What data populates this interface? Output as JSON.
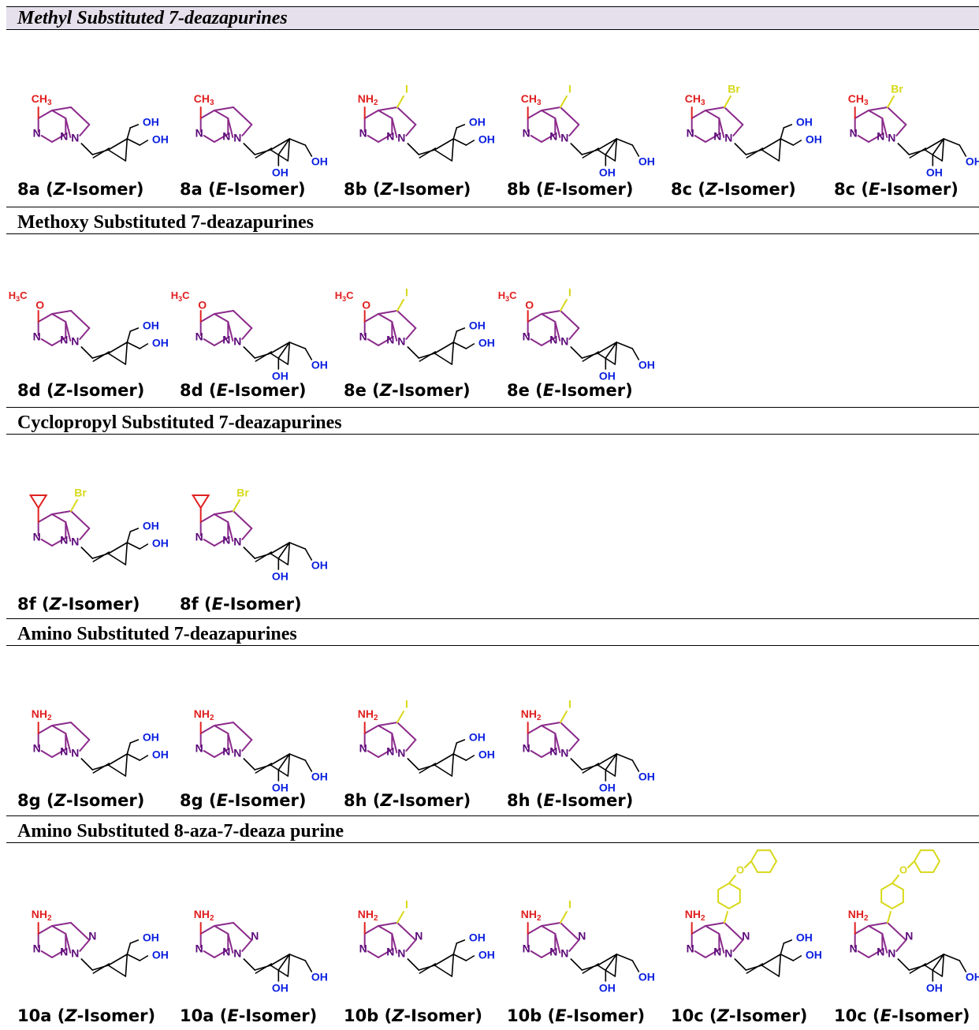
{
  "colors": {
    "core": "#8b2a8b",
    "nitrogen": "#5c0a7a",
    "substituent": "#e0201f",
    "halogen": "#d8d81a",
    "hydroxyl": "#0b20e0",
    "phenoxy": "#d8d81a",
    "bond": "#000000"
  },
  "sections": [
    {
      "title": "Methyl Substituted 7-deazapurines",
      "compounds": [
        {
          "id": "8a",
          "isomer": "Z-Isomer",
          "sub": "CH",
          "sub_sub": "3",
          "halo": "",
          "iso_type": "Z"
        },
        {
          "id": "8a",
          "isomer": "E-Isomer",
          "sub": "CH",
          "sub_sub": "3",
          "halo": "",
          "iso_type": "E"
        },
        {
          "id": "8b",
          "isomer": "Z-Isomer",
          "sub": "NH",
          "sub_sub": "2",
          "halo": "I",
          "iso_type": "Z"
        },
        {
          "id": "8b",
          "isomer": "E-Isomer",
          "sub": "CH",
          "sub_sub": "3",
          "halo": "I",
          "iso_type": "E"
        },
        {
          "id": "8c",
          "isomer": "Z-Isomer",
          "sub": "CH",
          "sub_sub": "3",
          "halo": "Br",
          "iso_type": "Z"
        },
        {
          "id": "8c",
          "isomer": "E-Isomer",
          "sub": "CH",
          "sub_sub": "3",
          "halo": "Br",
          "iso_type": "E"
        }
      ]
    },
    {
      "title": "Methoxy Substituted 7-deazapurines",
      "compounds": [
        {
          "id": "8d",
          "isomer": "Z-Isomer",
          "sub": "H",
          "sub_sub": "3",
          "sub_tail": "C",
          "halo": "",
          "iso_type": "Z"
        },
        {
          "id": "8d",
          "isomer": "E-Isomer",
          "sub": "H",
          "sub_sub": "3",
          "sub_tail": "C",
          "halo": "",
          "iso_type": "E"
        },
        {
          "id": "8e",
          "isomer": "Z-Isomer",
          "sub": "H",
          "sub_sub": "3",
          "sub_tail": "C",
          "halo": "I",
          "iso_type": "Z"
        },
        {
          "id": "8e",
          "isomer": "E-Isomer",
          "sub": "H",
          "sub_sub": "3",
          "sub_tail": "C",
          "halo": "I",
          "iso_type": "E"
        }
      ]
    },
    {
      "title": "Cyclopropyl Substituted 7-deazapurines",
      "compounds": [
        {
          "id": "8f",
          "isomer": "Z-Isomer",
          "sub": "",
          "halo": "Br",
          "iso_type": "Z"
        },
        {
          "id": "8f",
          "isomer": "E-Isomer",
          "sub": "",
          "halo": "Br",
          "iso_type": "E"
        }
      ]
    },
    {
      "title": "Amino Substituted 7-deazapurines",
      "compounds": [
        {
          "id": "8g",
          "isomer": "Z-Isomer",
          "sub": "NH",
          "sub_sub": "2",
          "halo": "",
          "iso_type": "Z"
        },
        {
          "id": "8g",
          "isomer": "E-Isomer",
          "sub": "NH",
          "sub_sub": "2",
          "halo": "",
          "iso_type": "E"
        },
        {
          "id": "8h",
          "isomer": "Z-Isomer",
          "sub": "NH",
          "sub_sub": "2",
          "halo": "I",
          "iso_type": "Z"
        },
        {
          "id": "8h",
          "isomer": "E-Isomer",
          "sub": "NH",
          "sub_sub": "2",
          "halo": "I",
          "iso_type": "E"
        }
      ]
    },
    {
      "title": "Amino Substituted 8-aza-7-deaza purine",
      "compounds": [
        {
          "id": "10a",
          "isomer": "Z-Isomer",
          "sub": "NH",
          "sub_sub": "2",
          "halo": "",
          "iso_type": "Z"
        },
        {
          "id": "10a",
          "isomer": "E-Isomer",
          "sub": "NH",
          "sub_sub": "2",
          "halo": "",
          "iso_type": "E"
        },
        {
          "id": "10b",
          "isomer": "Z-Isomer",
          "sub": "NH",
          "sub_sub": "2",
          "halo": "I",
          "iso_type": "Z"
        },
        {
          "id": "10b",
          "isomer": "E-Isomer",
          "sub": "NH",
          "sub_sub": "2",
          "halo": "I",
          "iso_type": "E"
        },
        {
          "id": "10c",
          "isomer": "Z-Isomer",
          "sub": "NH",
          "sub_sub": "2",
          "halo": "",
          "iso_type": "Z"
        },
        {
          "id": "10c",
          "isomer": "E-Isomer",
          "sub": "NH",
          "sub_sub": "2",
          "halo": "",
          "iso_type": "E"
        }
      ]
    }
  ],
  "atoms": {
    "nitrogen": "N",
    "hydroxyl": "OH",
    "oxygen": "O"
  }
}
